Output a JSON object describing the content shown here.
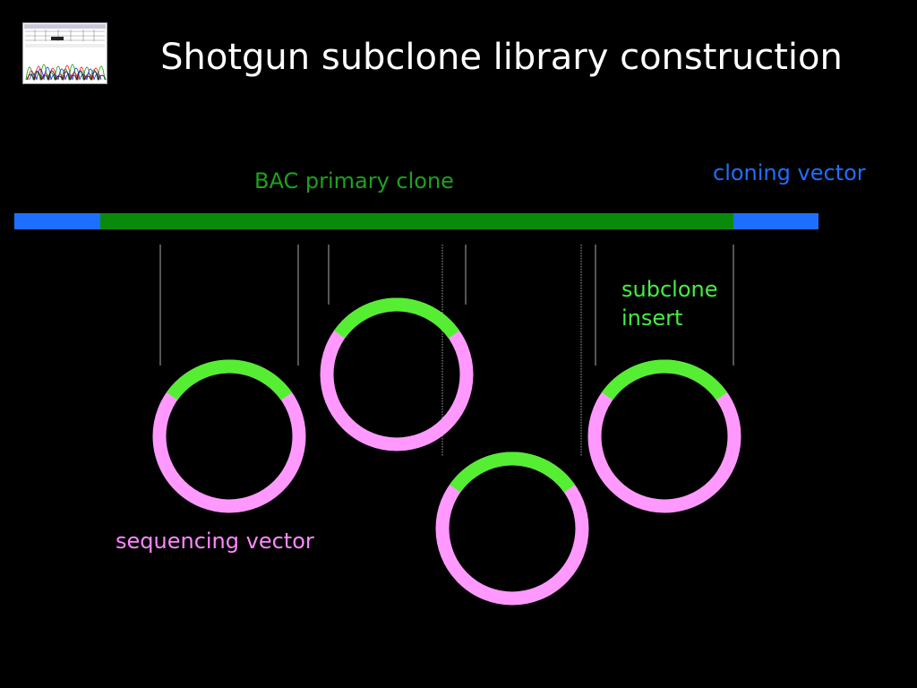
{
  "slide": {
    "title": "Shotgun subclone library construction",
    "thumbnail_icon": "sequencing-trace-thumbnail"
  },
  "diagram": {
    "labels": {
      "bac_primary_clone": "BAC primary clone",
      "cloning_vector": "cloning vector",
      "subclone_insert": "subclone insert",
      "sequencing_vector": "sequencing vector"
    },
    "colors": {
      "background": "#000000",
      "cloning_vector": "#1e6fff",
      "bac_clone": "#0a8a0a",
      "subclone_insert": "#55ee33",
      "sequencing_vector": "#ff99ff",
      "title": "#ffffff"
    }
  }
}
